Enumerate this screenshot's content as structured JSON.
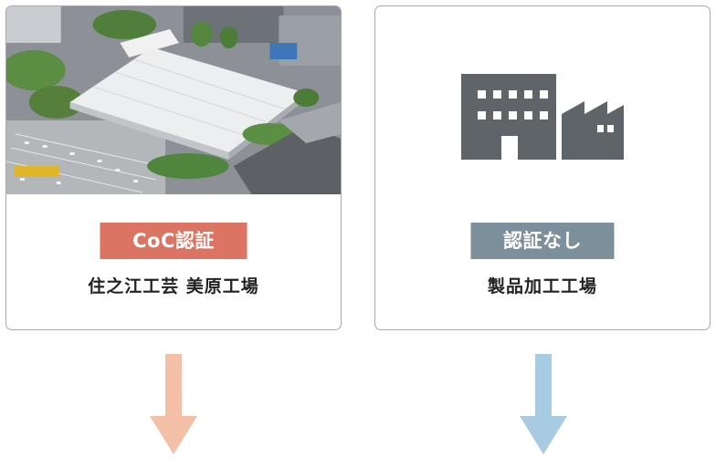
{
  "left_card": {
    "badge": "CoC認証",
    "name": "住之江工芸 美原工場",
    "badge_color": "#db7462",
    "arrow_color": "#f4c0a8",
    "image": "aerial-photo-factory"
  },
  "right_card": {
    "badge": "認証なし",
    "name": "製品加工工場",
    "badge_color": "#7b909b",
    "arrow_color": "#a7cbe0",
    "icon": "factory-icon",
    "icon_color": "#5e6467"
  }
}
